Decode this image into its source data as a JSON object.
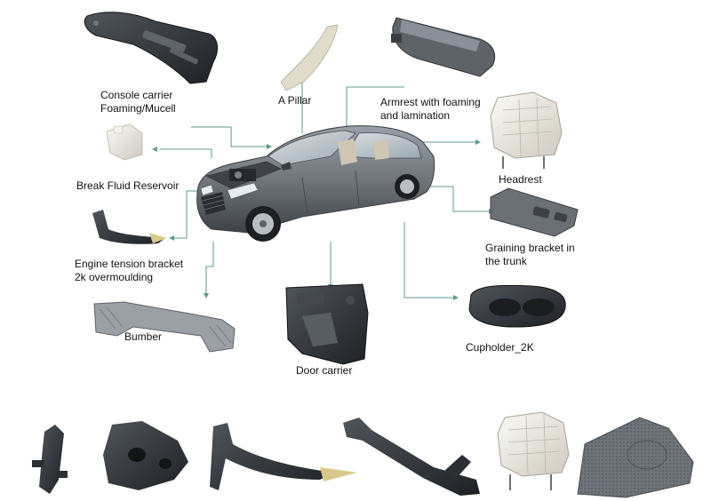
{
  "labels": {
    "console_carrier": "Console carrier\nFoaming/Mucell",
    "a_pillar": "A Pillar",
    "armrest": "Armrest with foaming\nand lamination",
    "brake_fluid_reservoir": "Break Fluid Reservoir",
    "headrest": "Headrest",
    "graining_bracket": "Graining bracket in\nthe trunk",
    "engine_tension_bracket": "Engine tension bracket\n2k overmoulding",
    "bumper": "Bumber",
    "door_carrier": "Door carrier",
    "cupholder": "Cupholder_2K"
  },
  "colors": {
    "leader_line": "#5e9a8e",
    "part_dark": "#2b2e33",
    "part_grey": "#8b9096",
    "part_light": "#eae7de",
    "car_body": "#6c7178"
  }
}
